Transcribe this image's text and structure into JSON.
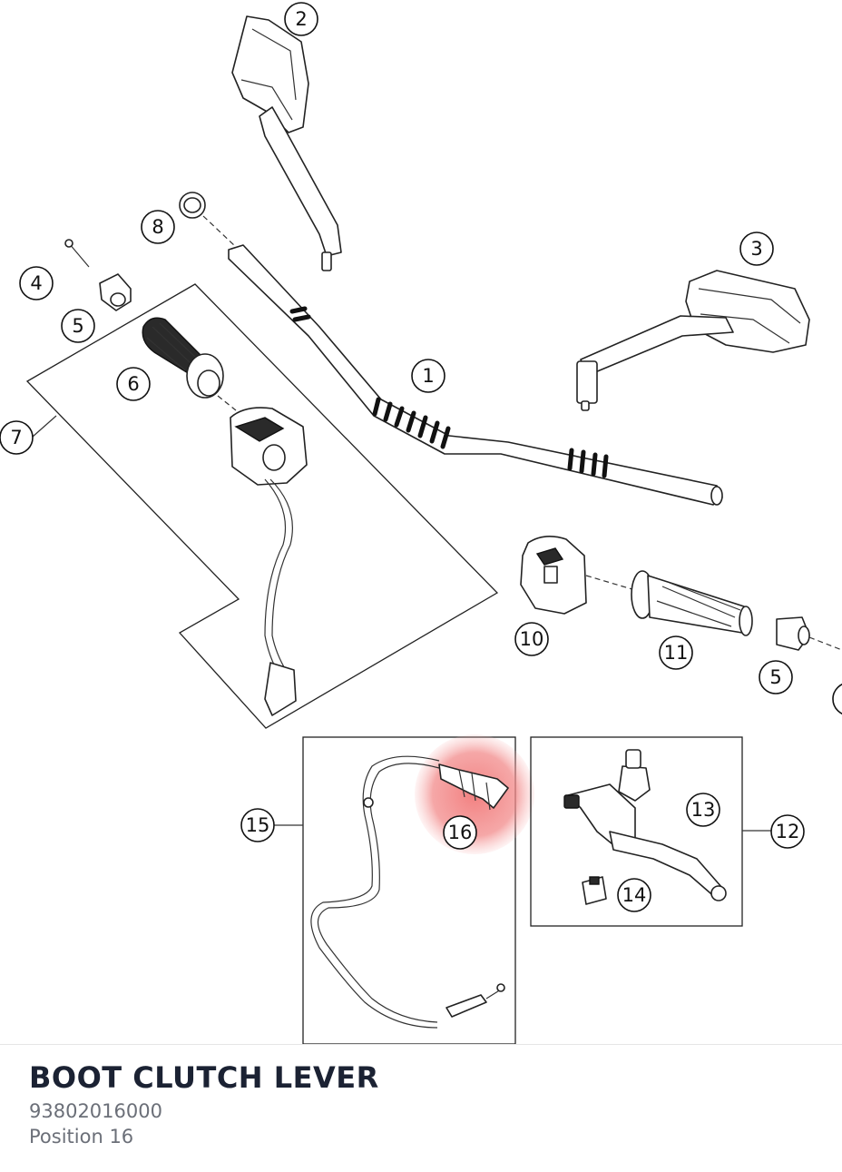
{
  "callouts": {
    "c1": "1",
    "c2": "2",
    "c3": "3",
    "c4": "4",
    "c5a": "5",
    "c5b": "5",
    "c6": "6",
    "c7": "7",
    "c8": "8",
    "c10": "10",
    "c11": "11",
    "c12": "12",
    "c13": "13",
    "c14": "14",
    "c15": "15",
    "c16": "16"
  },
  "highlight": {
    "position": "16",
    "color": "#f28a8a"
  },
  "part": {
    "title": "BOOT CLUTCH LEVER",
    "number": "93802016000",
    "position_label": "Position 16"
  }
}
